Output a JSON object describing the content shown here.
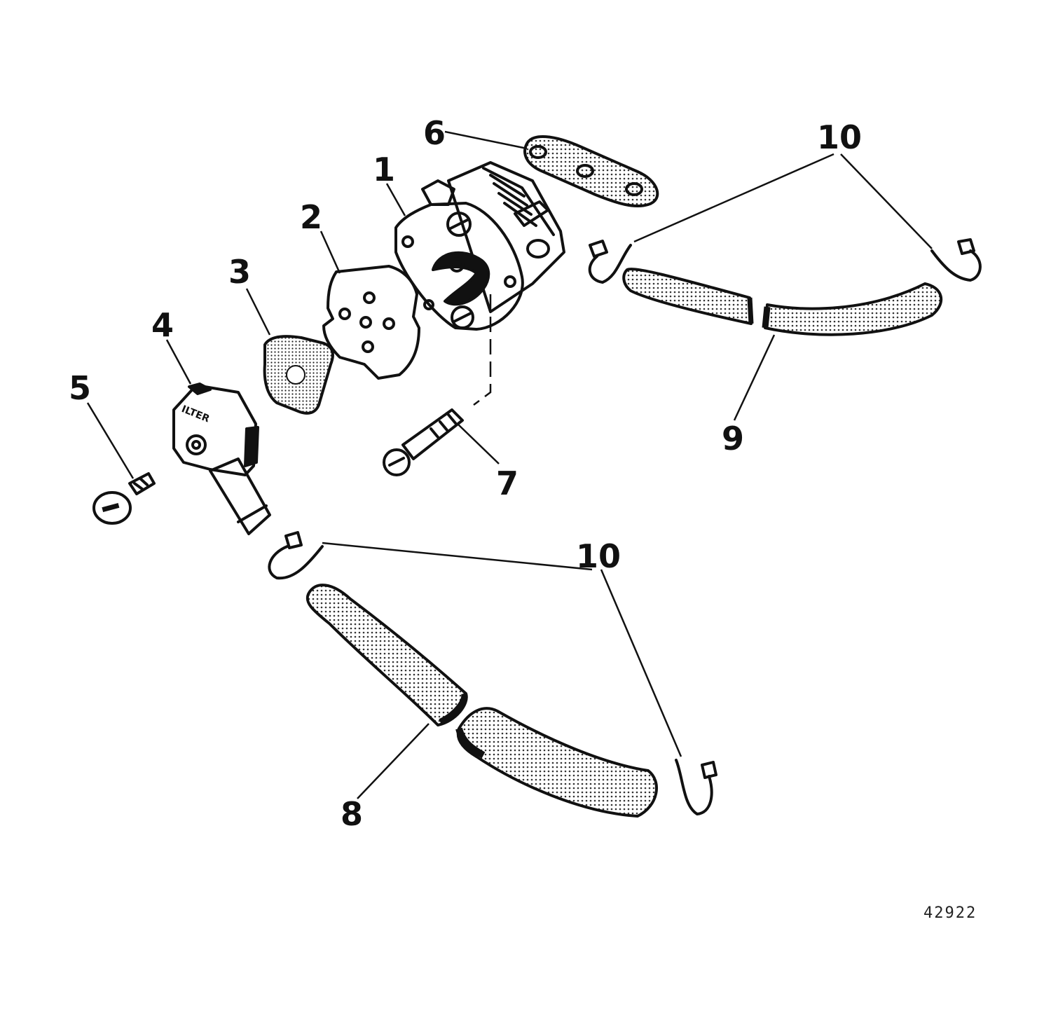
{
  "callouts": {
    "c1": "1",
    "c2": "2",
    "c3": "3",
    "c4": "4",
    "c5": "5",
    "c6": "6",
    "c7": "7",
    "c8": "8",
    "c9": "9",
    "c10_top": "10",
    "c10_bottom": "10"
  },
  "filter_cover_text": "ILTER",
  "figure_number": "42922",
  "colors": {
    "ink": "#111111",
    "background": "#ffffff"
  }
}
